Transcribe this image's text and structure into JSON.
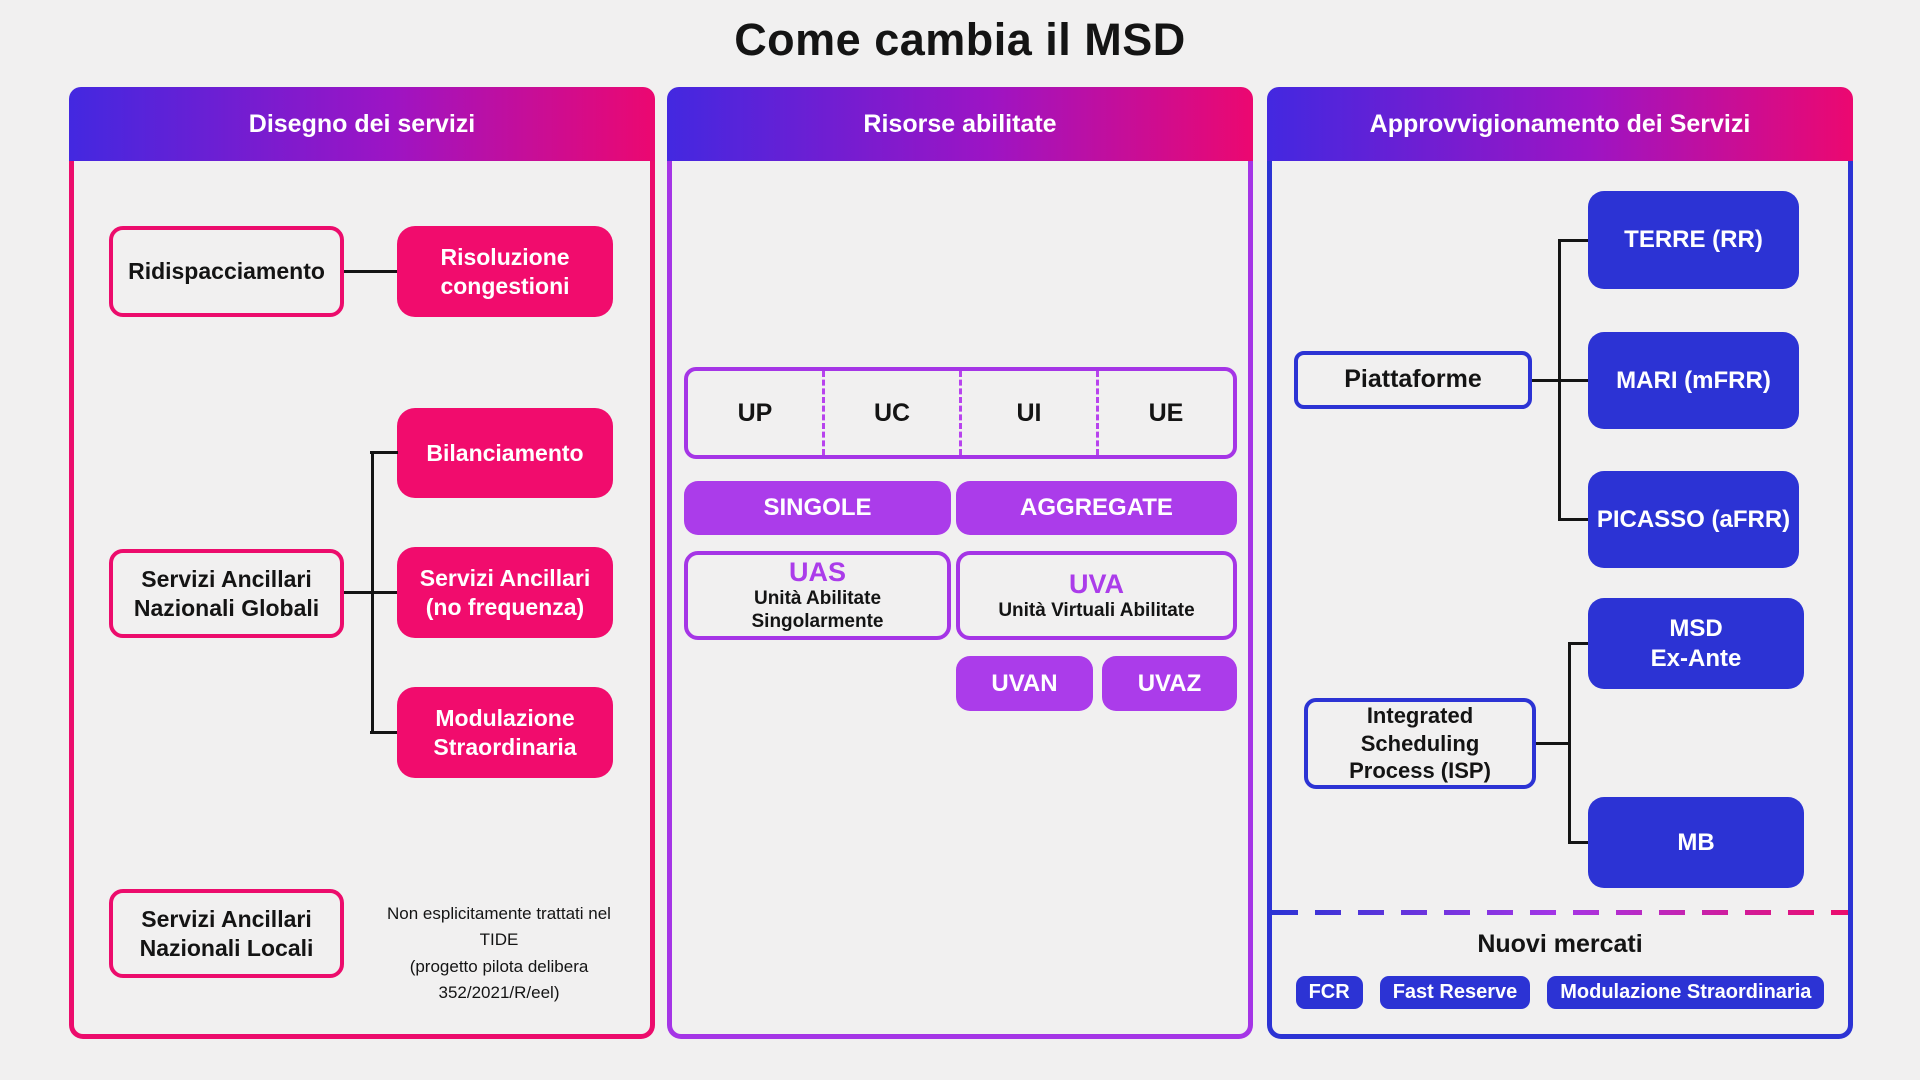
{
  "title": "Come cambia il MSD",
  "col_design": {
    "header": "Disegno dei servizi",
    "ridispacciamento": "Ridispacciamento",
    "risoluzione_congestioni": "Risoluzione\ncongestioni",
    "sa_globali": "Servizi Ancillari\nNazionali Globali",
    "bilanciamento": "Bilanciamento",
    "sa_no_frequenza": "Servizi Ancillari\n(no frequenza)",
    "modulazione_straordinaria": "Modulazione\nStraordinaria",
    "sa_locali": "Servizi Ancillari\nNazionali Locali",
    "note_lines": [
      "Non esplicitamente trattati nel TIDE",
      "(progetto pilota delibera",
      "352/2021/R/eel)"
    ]
  },
  "col_risorse": {
    "header": "Risorse abilitate",
    "unit_types": [
      "UP",
      "UC",
      "UI",
      "UE"
    ],
    "singole": "SINGOLE",
    "aggregate": "AGGREGATE",
    "uas_acronym": "UAS",
    "uas_label": "Unità Abilitate Singolarmente",
    "uva_acronym": "UVA",
    "uva_label": "Unità Virtuali Abilitate",
    "uvan": "UVAN",
    "uvaz": "UVAZ"
  },
  "col_approvvigionamento": {
    "header": "Approvvigionamento dei Servizi",
    "piattaforme": "Piattaforme",
    "terre": "TERRE (RR)",
    "mari": "MARI (mFRR)",
    "picasso": "PICASSO (aFRR)",
    "msd_ex_ante": "MSD\nEx-Ante",
    "isp": "Integrated Scheduling\nProcess (ISP)",
    "mb": "MB",
    "nuovi_mercati": "Nuovi mercati",
    "new_markets": [
      "FCR",
      "Fast Reserve",
      "Modulazione Straordinaria"
    ]
  },
  "colors": {
    "background": "#f1f0f0",
    "pink": "#ec0c6c",
    "pink_fill": "#f10c6d",
    "purple": "#a535e6",
    "purple_fill": "#ab3cea",
    "purple_dash": "#b843ee",
    "blue": "#2c33d4",
    "grad_start": "#4328e0",
    "grad_mid": "#9d14c4",
    "grad_end": "#ec0870"
  }
}
